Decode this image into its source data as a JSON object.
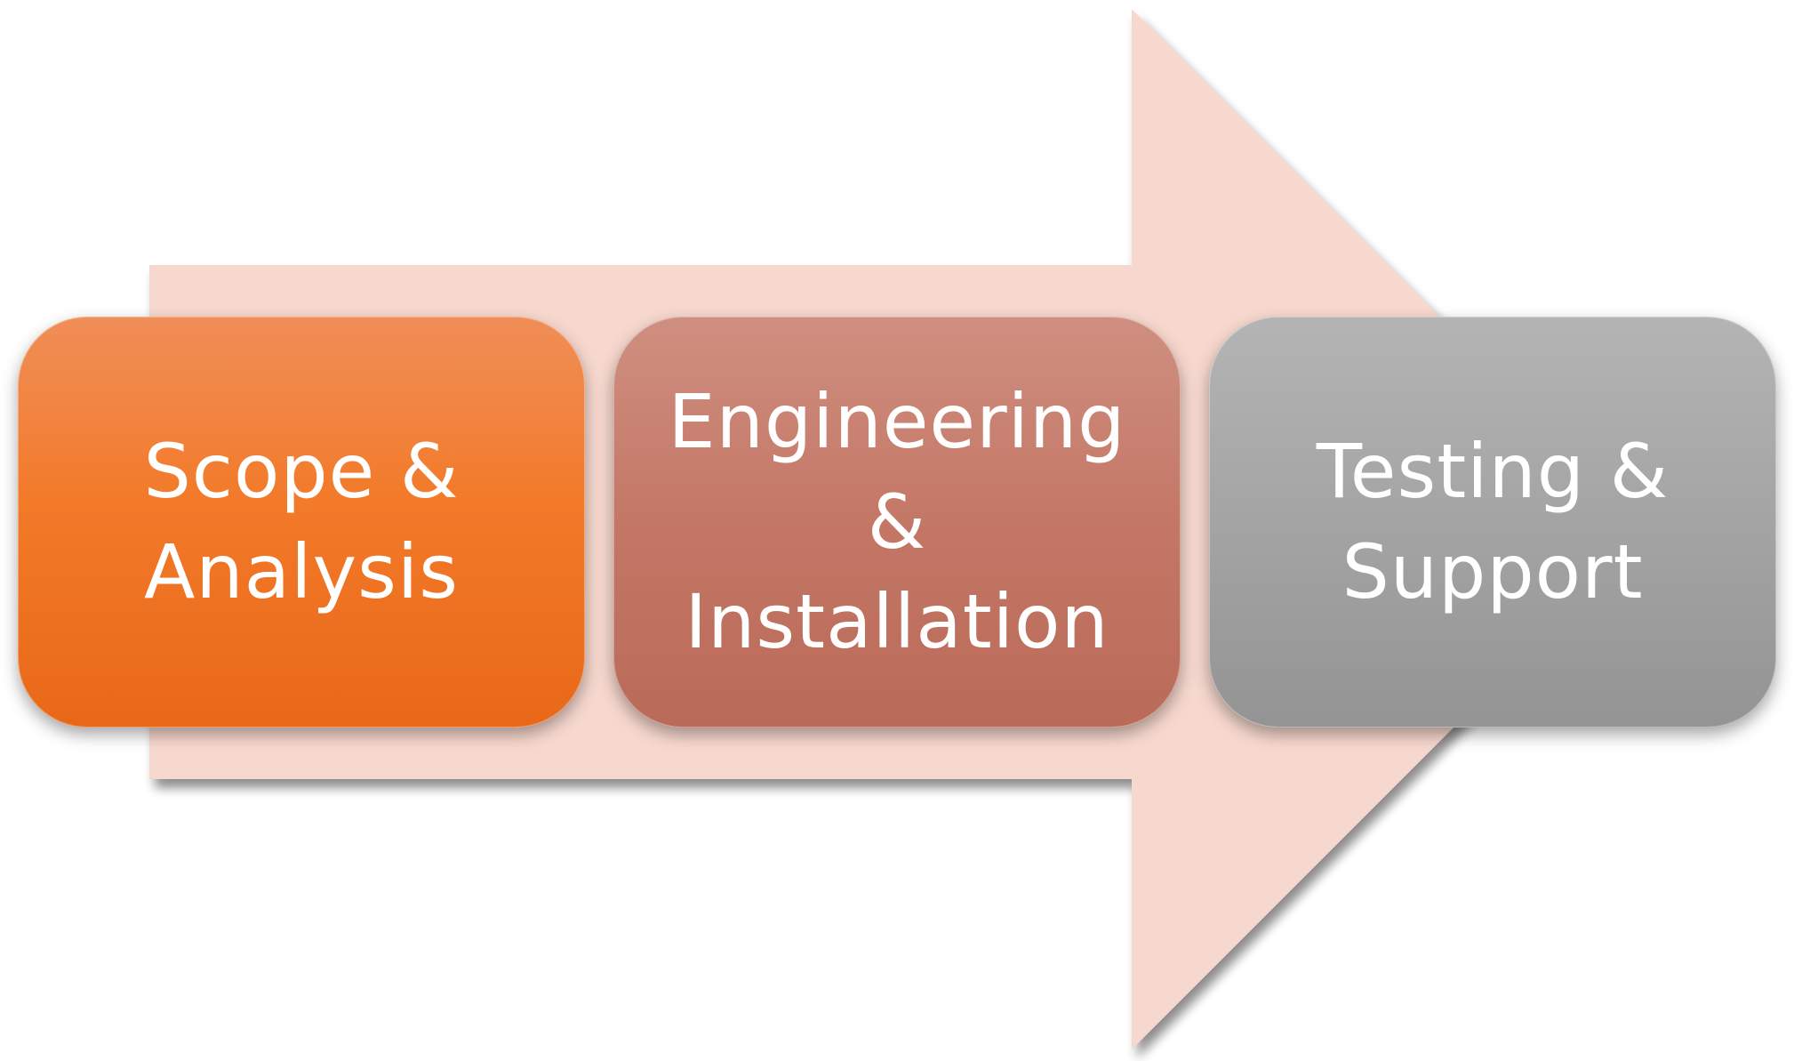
{
  "colors": {
    "arrow_fill": "#f7d8ce",
    "step_1": "#f27a29",
    "step_2": "#c47766",
    "step_3": "#a4a4a4",
    "label": "#ffffff"
  },
  "process": {
    "steps": [
      {
        "label": "Scope &\nAnalysis"
      },
      {
        "label": "Engineering\n&\nInstallation"
      },
      {
        "label": "Testing &\nSupport"
      }
    ]
  }
}
